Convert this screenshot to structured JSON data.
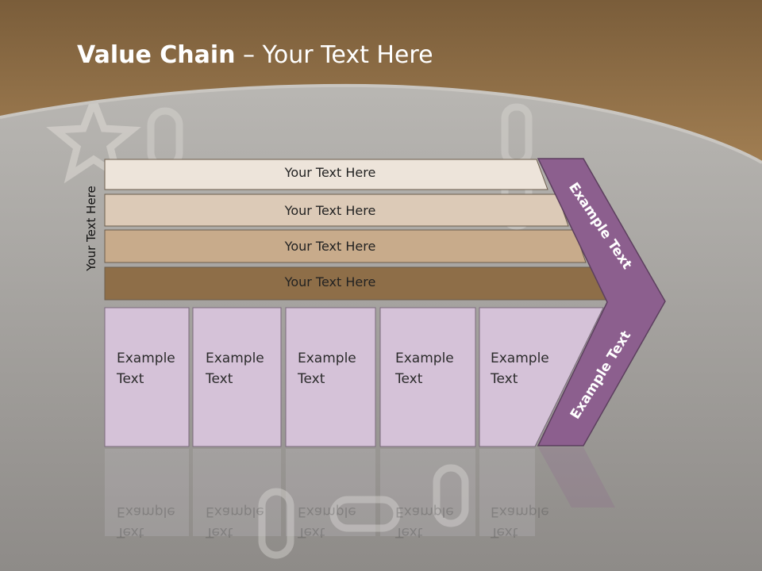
{
  "slide": {
    "title_bold": "Value Chain",
    "title_rest": " – Your Text Here",
    "side_label": "Your Text Here"
  },
  "bars": [
    {
      "label": "Your Text Here",
      "color": "#ede4da"
    },
    {
      "label": "Your Text Here",
      "color": "#dccab7"
    },
    {
      "label": "Your Text Here",
      "color": "#c8ab8b"
    },
    {
      "label": "Your Text Here",
      "color": "#8e6e48"
    }
  ],
  "boxes": [
    {
      "line1": "Example",
      "line2": "Text"
    },
    {
      "line1": "Example",
      "line2": "Text"
    },
    {
      "line1": "Example",
      "line2": "Text"
    },
    {
      "line1": "Example",
      "line2": "Text"
    },
    {
      "line1": "Example",
      "line2": "Text"
    }
  ],
  "chevron": {
    "upper_text": "Example Text",
    "lower_text": "Example Text",
    "color": "#8c5f8e"
  },
  "colors": {
    "header_brown": "#8a6a45",
    "box_fill": "#d5c2d8"
  }
}
